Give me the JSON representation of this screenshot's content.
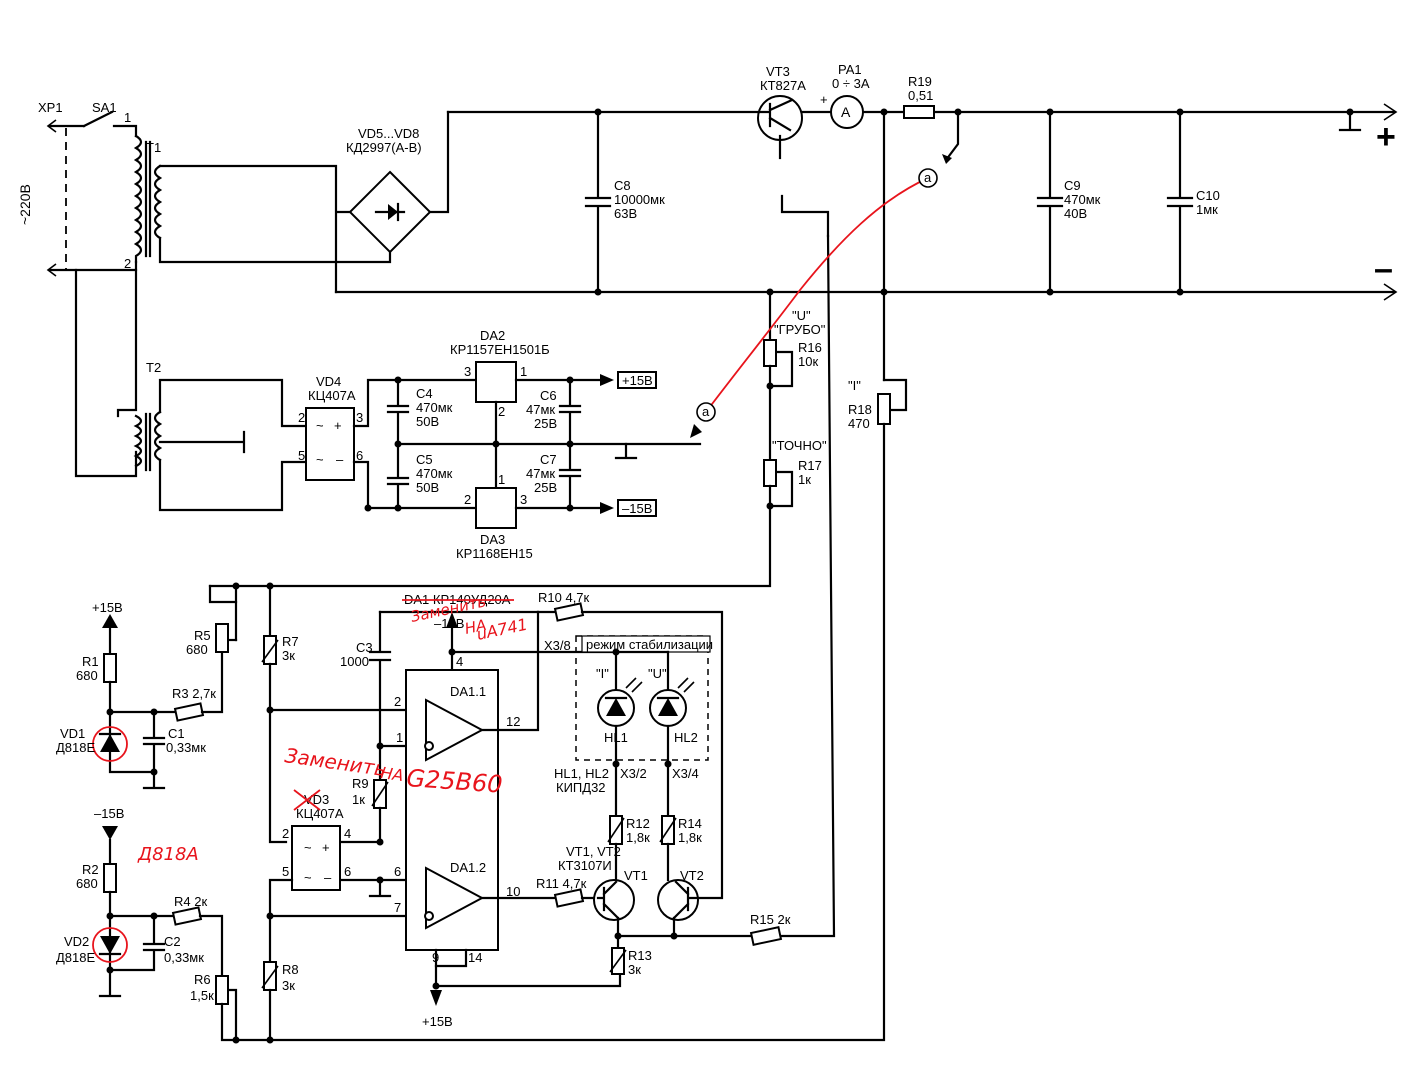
{
  "labels": {
    "xp1": "XP1",
    "sa1": "SA1",
    "mains": "~220В",
    "pin1": "1",
    "pin2": "2",
    "t1": "T1",
    "t2": "T2",
    "vd58_ref": "VD5...VD8",
    "vd58_type": "КД2997(А-В)",
    "vt3_ref": "VT3",
    "vt3_type": "КТ827А",
    "pa1_ref": "PA1",
    "pa1_range": "0 ÷ 3A",
    "r19_ref": "R19",
    "r19_val": "0,51",
    "c8_ref": "C8",
    "c8_val1": "10000мк",
    "c8_val2": "63В",
    "c9_ref": "C9",
    "c9_val1": "470мк",
    "c9_val2": "40В",
    "c10_ref": "C10",
    "c10_val": "1мк",
    "plus_sign": "+",
    "minus_sign": "–",
    "u_label": "\"U\"",
    "grubo": "\"ГРУБО\"",
    "r16_ref": "R16",
    "r16_val": "10к",
    "tochno": "\"ТОЧНО\"",
    "r17_ref": "R17",
    "r17_val": "1к",
    "i_label": "\"I\"",
    "r18_ref": "R18",
    "r18_val": "470",
    "vd4_ref": "VD4",
    "vd4_type": "КЦ407А",
    "da2_ref": "DA2",
    "da2_type": "КР1157ЕН1501Б",
    "da3_ref": "DA3",
    "da3_type": "КР1168ЕН15",
    "c4_ref": "C4",
    "c4_val1": "470мк",
    "c4_val2": "50В",
    "c5_ref": "C5",
    "c5_val1": "470мк",
    "c5_val2": "50В",
    "c6_ref": "C6",
    "c6_val1": "47мк",
    "c6_val2": "25В",
    "c7_ref": "C7",
    "c7_val1": "47мк",
    "c7_val2": "25В",
    "out_p15": "+15В",
    "out_m15": "–15В",
    "p15v": "+15В",
    "m15v": "–15В",
    "r1_ref": "R1",
    "r1_val": "680",
    "r2_ref": "R2",
    "r2_val": "680",
    "vd1_ref": "VD1",
    "vd1_type": "Д818Е",
    "vd2_ref": "VD2",
    "vd2_type": "Д818Е",
    "c1_ref": "C1",
    "c1_val": "0,33мк",
    "c2_ref": "C2",
    "c2_val": "0,33мк",
    "r3": "R3 2,7к",
    "r4": "R4 2к",
    "r5_ref": "R5",
    "r5_val": "680",
    "r6_ref": "R6",
    "r6_val": "1,5к",
    "r7_ref": "R7",
    "r7_val": "3к",
    "r8_ref": "R8",
    "r8_val": "3к",
    "c3_ref": "C3",
    "c3_val": "1000",
    "r9_ref": "R9",
    "r9_val": "1к",
    "vd3_ref": "VD3",
    "vd3_type": "КЦ407А",
    "da1_type": "DA1 КР140УД20А",
    "da1_supply": "–15В",
    "da1_1": "DA1.1",
    "da1_2": "DA1.2",
    "r10": "R10 4,7к",
    "r11": "R11 4,7к",
    "x38": "X3/8",
    "x32": "X3/2",
    "x34": "X3/4",
    "mode_box": "режим стабилизации",
    "hl1_name": "\"I\"",
    "hl2_name": "\"U\"",
    "hl1_ref": "HL1",
    "hl2_ref": "HL2",
    "hl_type1": "HL1, HL2",
    "hl_type2": "КИПД32",
    "r12_ref": "R12",
    "r12_val": "1,8к",
    "r14_ref": "R14",
    "r14_val": "1,8к",
    "vt12_1": "VT1, VT2",
    "vt12_2": "КТ3107И",
    "vt1": "VT1",
    "vt2": "VT2",
    "r13_ref": "R13",
    "r13_val": "3к",
    "r15": "R15 2к",
    "bot_p15": "+15В",
    "pin_2": "2",
    "pin_3": "3",
    "pin_4": "4",
    "pin_5": "5",
    "pin_6": "6",
    "pin_7": "7",
    "pin_9": "9",
    "pin_10": "10",
    "pin_12": "12",
    "pin_14": "14",
    "pin_1": "1",
    "node_a": "a"
  },
  "annotations": {
    "replace_da1_1": "Заменить",
    "replace_da1_2": "НА",
    "replace_da1_3": "uA741",
    "replace_vd3_1": "Заменить",
    "replace_vd3_2": "НА",
    "replace_vd3_3": "G25B60",
    "d818a": "Д818А",
    "color": "#e8141c"
  }
}
